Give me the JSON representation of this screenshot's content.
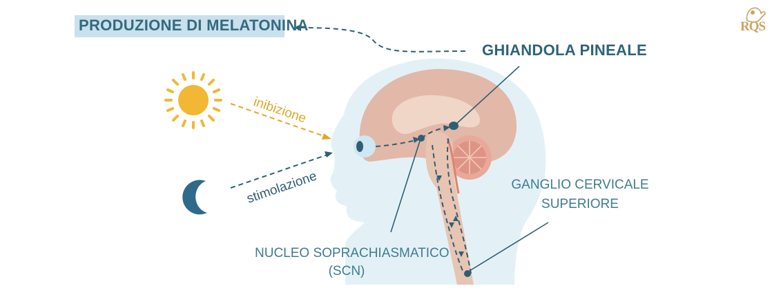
{
  "title": "PRODUZIONE DI MELATONINA",
  "labels": {
    "pineal": "GHIANDOLA PINEALE",
    "scn_line1": "NUCLEO SOPRACHIASMATICO",
    "scn_line2": "(SCN)",
    "ganglion_line1": "GANGLIO CERVICALE",
    "ganglion_line2": "SUPERIORE",
    "inhibition": "inibizione",
    "stimulation": "stimolazione"
  },
  "logo": {
    "text": "RQS",
    "icon": "lion-icon"
  },
  "icons": {
    "sun": "sun-icon",
    "moon": "moon-icon",
    "eye": "eye-icon"
  },
  "colors": {
    "title_bg": "#c9e1ec",
    "title_text": "#336b80",
    "head": "#e3f1f7",
    "brain": "#e2b8a8",
    "brain_inner": "#f0d6c7",
    "spine": "#e8c4b3",
    "node": "#2f5f72",
    "inhibition": "#e0a826",
    "stimulation": "#2f5f72",
    "sun": "#f2b733",
    "moon": "#2f6a8a",
    "logo": "#c9a463"
  }
}
